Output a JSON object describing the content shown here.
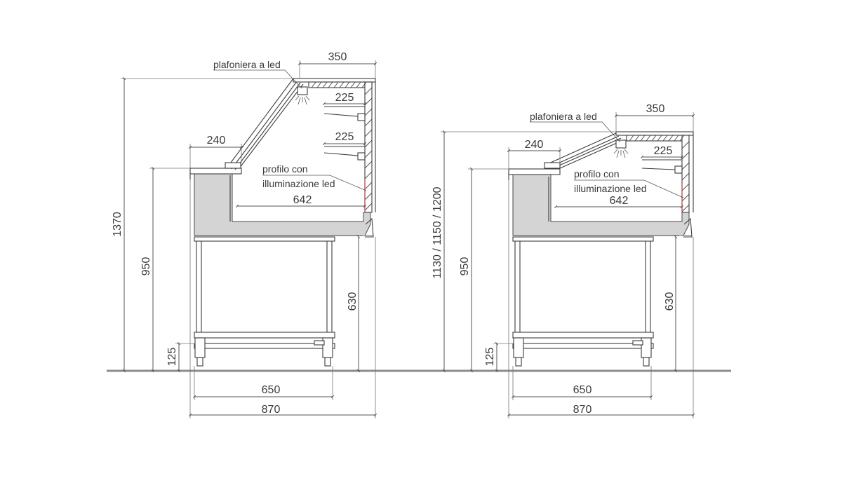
{
  "floor_color": "#8c8c8c",
  "tub_color": "#d4d4d4",
  "line_color": "#3c3c3c",
  "left": {
    "total_height": "1370",
    "counter_height": "950",
    "base_height": "630",
    "foot_height": "125",
    "top_depth": "350",
    "shelf_upper": "225",
    "shelf_lower": "225",
    "front_shelf": "240",
    "well_depth": "642",
    "base_width": "650",
    "total_width": "870",
    "note_led_ceiling": "plafoniera a led",
    "note_led_profile_1": "profilo con",
    "note_led_profile_2": "illuminazione led"
  },
  "right": {
    "total_height": "1130 / 1150 / 1200",
    "counter_height": "950",
    "base_height": "630",
    "foot_height": "125",
    "top_depth": "350",
    "shelf": "225",
    "front_shelf": "240",
    "well_depth": "642",
    "base_width": "650",
    "total_width": "870",
    "note_led_ceiling": "plafoniera a led",
    "note_led_profile_1": "profilo con",
    "note_led_profile_2": "illuminazione led"
  }
}
